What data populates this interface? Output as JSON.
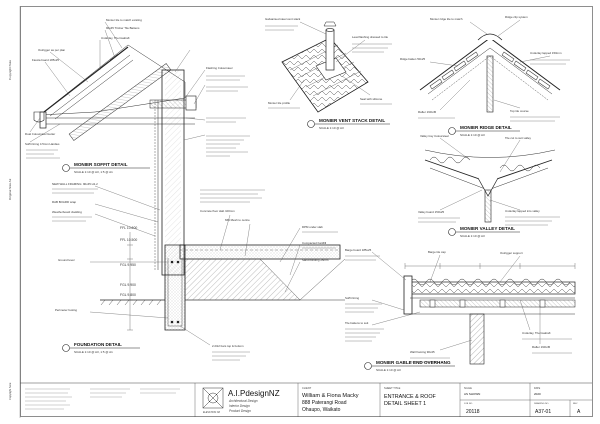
{
  "sheet": {
    "side_note_1": "Copyright Note",
    "side_note_2": "Original Size A3"
  },
  "details": {
    "soffit": {
      "title": "MONIER SOFFIT DETAIL",
      "scale": "SCALE 1:10 @ A3, 1:5 @ A1"
    },
    "vent_stack": {
      "title": "MONIER VENT STACK DETAIL",
      "scale": "SCALE 1:10 @ A3"
    },
    "ridge": {
      "title": "MONIER RIDGE DETAIL",
      "scale": "SCALE 1:10 @ A3"
    },
    "valley": {
      "title": "MONIER VALLEY DETAIL",
      "scale": "SCALE 1:10 @ A3"
    },
    "foundation": {
      "title": "FOUNDATION DETAIL",
      "scale": "SCALE 1:10 @ A3, 1:5 @ A1"
    },
    "gable": {
      "title": "MONIER GABLE END OVERHANG",
      "scale": "SCALE 1:10 @ A3"
    }
  },
  "levels": {
    "ffl_1": "FFL 10.600",
    "ffl_2": "FFL 10.500",
    "fgl_1": "FGL 9.950",
    "fgl_2": "FGL 9.900",
    "fgl_3": "FGL 9.800"
  },
  "callouts": {
    "soffit": [
      "Monier tile to match existing",
      "90x45 Timber Tile Battens",
      "Underlay, Thermakraft",
      "Outrigger as per plan",
      "Fascia board 185x25",
      "Dual Coloursteel Gutter",
      "Soffit lining 4.5mm Hardies",
      "Flashing Coloursteel"
    ],
    "foundation": [
      "NEW WALL FRAMING: 90x45 H1.2",
      "RAB BOARD wrap",
      "Weatherboard cladding",
      "Concrete floor slab 100mm",
      "665 Mesh to centre",
      "DPM under slab",
      "Compacted hardfill",
      "Sand blinding 25mm",
      "Ground level",
      "Perimeter footing",
      "2-D12 bars top & bottom"
    ],
    "vent": [
      "Galvanised steel vent stack",
      "Lead flashing dressed to tile",
      "Monier tile profile",
      "Seal with silicone"
    ],
    "ridge": [
      "Monier ridge tile to match",
      "Ridge clip system",
      "Ridge batten 50x25",
      "Underlay lapped 150mm",
      "Top tile course",
      "Rafter 190x45"
    ],
    "valley": [
      "Valley tray Coloursteel",
      "Tile cut to suit valley",
      "Valley board 150x25",
      "Underlay lapped into valley"
    ],
    "gable": [
      "Barge board 185x25",
      "Barge tile cap",
      "Outrigger support",
      "Soffit lining",
      "Tile battens to suit",
      "Underlay, Thermakraft",
      "Rafter 190x45",
      "Wall framing 90x45"
    ]
  },
  "title_block": {
    "firm_name": "A.I.PdesignNZ",
    "firm_line_1": "Architectural Design",
    "firm_line_2": "Interior Design",
    "firm_line_3": "Product Design",
    "logo_caption": "ELEVATION NZ",
    "client_label": "CLIENT",
    "client_name": "William & Fiona Macky",
    "address_1": "888 Paterangi Road",
    "address_2": "Ohaupo, Waikato",
    "sheet_label": "SHEET TITLE",
    "sheet_title_1": "ENTRANCE & ROOF",
    "sheet_title_2": "DETAIL SHEET 1",
    "job_label": "JOB NO.",
    "job_number": "20118",
    "drawing_label": "DRAWING NO.",
    "drawing_number": "A37-01",
    "rev_label": "REV",
    "revision": "A",
    "scale_label": "SCALE",
    "scale_value": "AS SHOWN",
    "date_label": "DATE",
    "date_value": "2020"
  }
}
